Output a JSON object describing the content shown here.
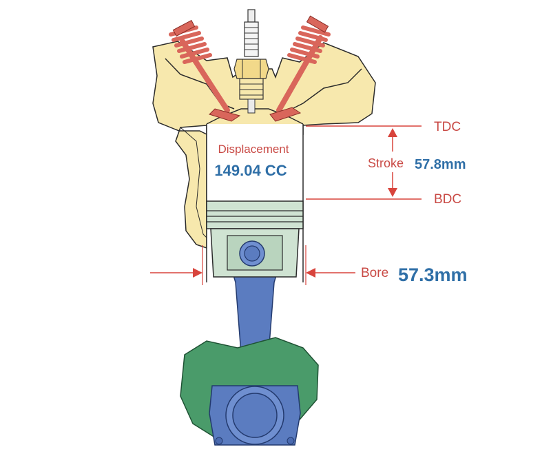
{
  "labels": {
    "displacement_title": "Displacement",
    "displacement_value": "149.04 CC",
    "tdc": "TDC",
    "bdc": "BDC",
    "stroke_label": "Stroke",
    "stroke_value": "57.8mm",
    "bore_label": "Bore",
    "bore_value": "57.3mm"
  },
  "colors": {
    "head": "#f7e8ad",
    "head_stroke": "#2b2b2b",
    "valve_spring": "#d9665b",
    "dimension": "#d8443c",
    "label_red": "#c94a45",
    "label_blue": "#2f6fa7",
    "piston": "#cfe3d2",
    "rod": "#5b7cc0",
    "crankcase": "#4a9b6a"
  }
}
